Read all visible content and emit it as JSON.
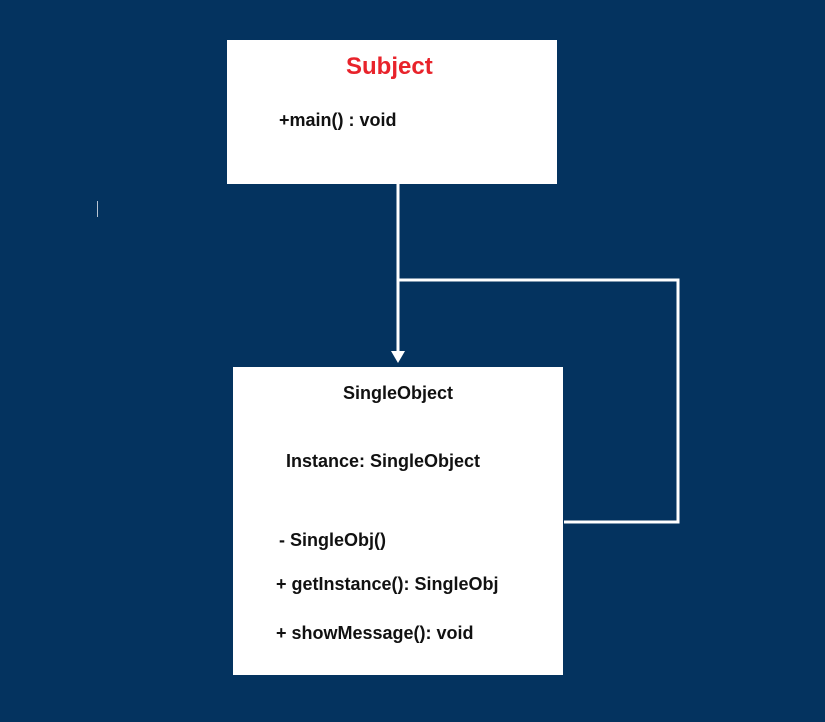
{
  "colors": {
    "background": "#04335f",
    "box_fill": "#ffffff",
    "connector": "#ffffff",
    "subject_title": "#e8232b",
    "text": "#111111"
  },
  "subject": {
    "title": "Subject",
    "method": "+main() : void"
  },
  "single_object": {
    "title": "SingleObject",
    "attribute": "Instance: SingleObject",
    "methods": [
      "- SingleObj()",
      "+ getInstance(): SingleObj",
      "+ showMessage(): void"
    ]
  }
}
